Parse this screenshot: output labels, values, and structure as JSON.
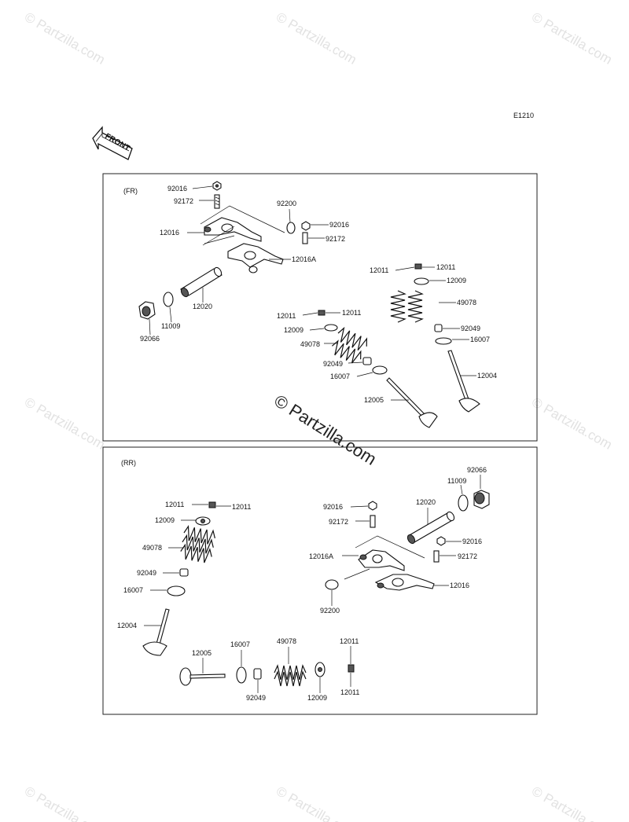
{
  "diagram_code": "E1210",
  "front_arrow_text": "FRONT",
  "watermark_text": "© Partzilla.com",
  "watermark_center_text": "© Partzilla.com",
  "sections": {
    "front": {
      "label": "(FR)",
      "parts": {
        "p92016_top": "92016",
        "p92172_top": "92172",
        "p92200": "92200",
        "p92016_right": "92016",
        "p92172_right": "92172",
        "p12016": "12016",
        "p12016A": "12016A",
        "p12020": "12020",
        "p11009": "11009",
        "p92066": "92066",
        "p12011_a_left": "12011",
        "p12011_a_right": "12011",
        "p12009_a": "12009",
        "p49078_a": "49078",
        "p92049_a": "92049",
        "p16007_a": "16007",
        "p12004": "12004",
        "p12011_b_left": "12011",
        "p12011_b_right": "12011",
        "p12009_b": "12009",
        "p49078_b": "49078",
        "p92049_b": "92049",
        "p16007_b": "16007",
        "p12005": "12005"
      }
    },
    "rear": {
      "label": "(RR)",
      "parts": {
        "p12011_l_left": "12011",
        "p12011_l_right": "12011",
        "p12009_l": "12009",
        "p49078_l": "49078",
        "p92049_l": "92049",
        "p16007_l": "16007",
        "p12004": "12004",
        "p12005": "12005",
        "p16007_b": "16007",
        "p49078_b": "49078",
        "p12011_b_top": "12011",
        "p92049_b": "92049",
        "p12009_b": "12009",
        "p12011_b_bottom": "12011",
        "p92066": "92066",
        "p11009": "11009",
        "p12020": "12020",
        "p92016_top": "92016",
        "p92172_top": "92172",
        "p92016_right": "92016",
        "p12016A": "12016A",
        "p92172_right": "92172",
        "p12016": "12016",
        "p92200": "92200"
      }
    }
  }
}
